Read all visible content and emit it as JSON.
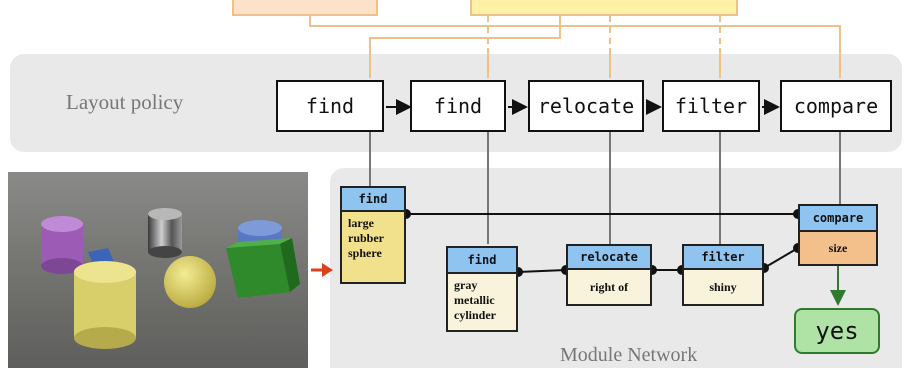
{
  "layout_label": "Layout policy",
  "network_label": "Module Network",
  "policy_modules": [
    "find",
    "find",
    "relocate",
    "filter",
    "compare"
  ],
  "modules": {
    "find1": {
      "head": "find",
      "body": [
        "large",
        "rubber",
        "sphere"
      ]
    },
    "find2": {
      "head": "find",
      "body": [
        "gray",
        "metallic",
        "cylinder"
      ]
    },
    "relocate": {
      "head": "relocate",
      "body": "right of"
    },
    "filter": {
      "head": "filter",
      "body": "shiny"
    },
    "compare": {
      "head": "compare",
      "body": "size"
    }
  },
  "answer": "yes",
  "colors": {
    "module_head": "#8fc4f0",
    "find_body": "#f1e08c",
    "arg_body": "#f8f3da",
    "compare_body": "#f3c08c",
    "answer_fill": "#aee3a5",
    "answer_border": "#2f7a2f",
    "arrow_red": "#d9421c",
    "connector_orange": "#eec08a",
    "top_bar_yellow": "#fff2a6"
  }
}
